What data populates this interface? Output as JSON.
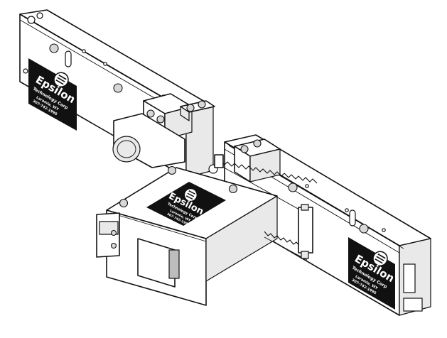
{
  "figure": {
    "brand_name": "Epsilon",
    "brand_subtitle": "Technology Corp",
    "plate_line_1": "Laramie, WY",
    "plate_line_2": "307-742-1995"
  },
  "colors": {
    "line": "#111111",
    "background": "#ffffff",
    "plate": "#111111",
    "plate_text": "#ffffff"
  },
  "icons": [
    "epsilon-logo-icon"
  ]
}
